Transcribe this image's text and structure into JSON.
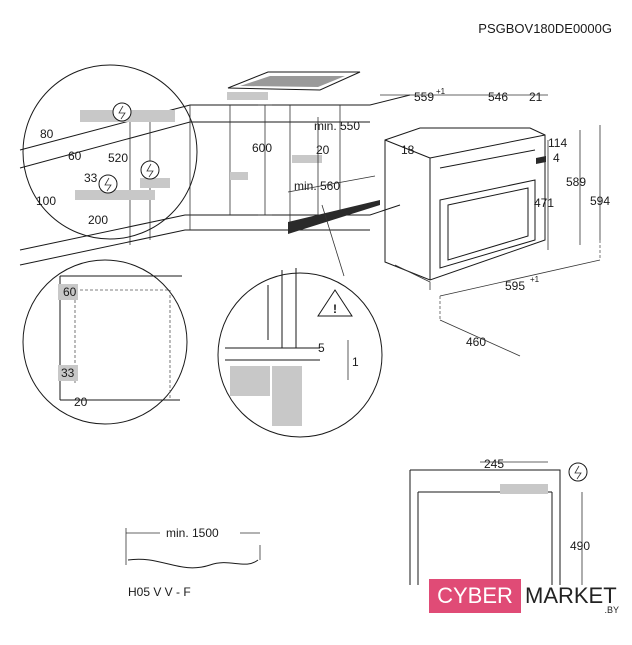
{
  "model_code": "PSGBOV180DE0000G",
  "dimensions": {
    "d559": "559",
    "d559_tol": "+1",
    "d546": "546",
    "d21": "21",
    "d114": "114",
    "d4": "4",
    "d18": "18",
    "d589": "589",
    "d594": "594",
    "d471": "471",
    "d595": "595",
    "d595_tol": "+1",
    "d460": "460",
    "d80": "80",
    "d60": "60",
    "d520": "520",
    "d33": "33",
    "d100": "100",
    "d200": "200",
    "d600": "600",
    "min550": "min. 550",
    "d20": "20",
    "min560": "min. 560",
    "d60b": "60",
    "d33b": "33",
    "d20b": "20",
    "d5": "5",
    "d1": "1",
    "d245": "245",
    "d490": "490",
    "min1500": "min. 1500"
  },
  "cable_label": "H05 V V - F",
  "logo": {
    "left": "CYBER",
    "right": "MARKET",
    "sub": ".BY",
    "accent": "#e04b76"
  },
  "icons": [
    "plug-icon",
    "warning-icon"
  ]
}
